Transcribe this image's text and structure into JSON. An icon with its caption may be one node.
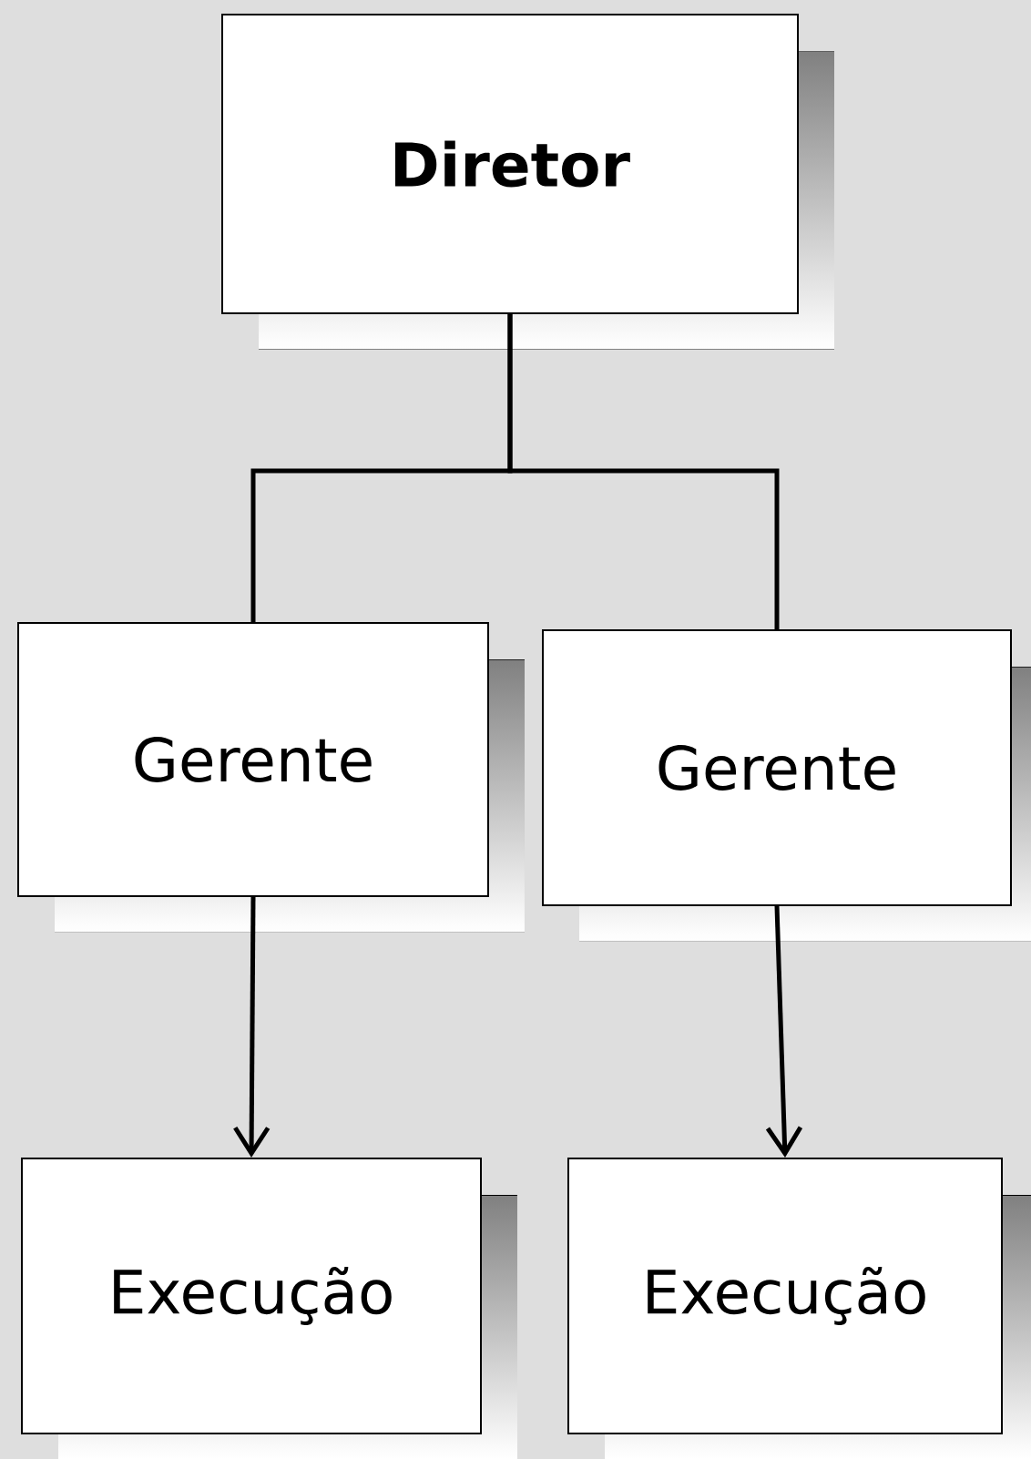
{
  "diagram": {
    "nodes": [
      {
        "text": [
          "Diretor"
        ]
      },
      {
        "text": [
          "Gerente"
        ]
      },
      {
        "text": [
          "Gerente"
        ]
      },
      {
        "text": [
          "Execução"
        ]
      },
      {
        "text": [
          "Execução"
        ]
      }
    ],
    "edges": [
      {
        "from": 0,
        "to": 1,
        "arrow": "none"
      },
      {
        "from": 0,
        "to": 2,
        "arrow": "none"
      },
      {
        "from": 1,
        "to": 3,
        "arrow": "to"
      },
      {
        "from": 2,
        "to": 4,
        "arrow": "to"
      }
    ]
  }
}
